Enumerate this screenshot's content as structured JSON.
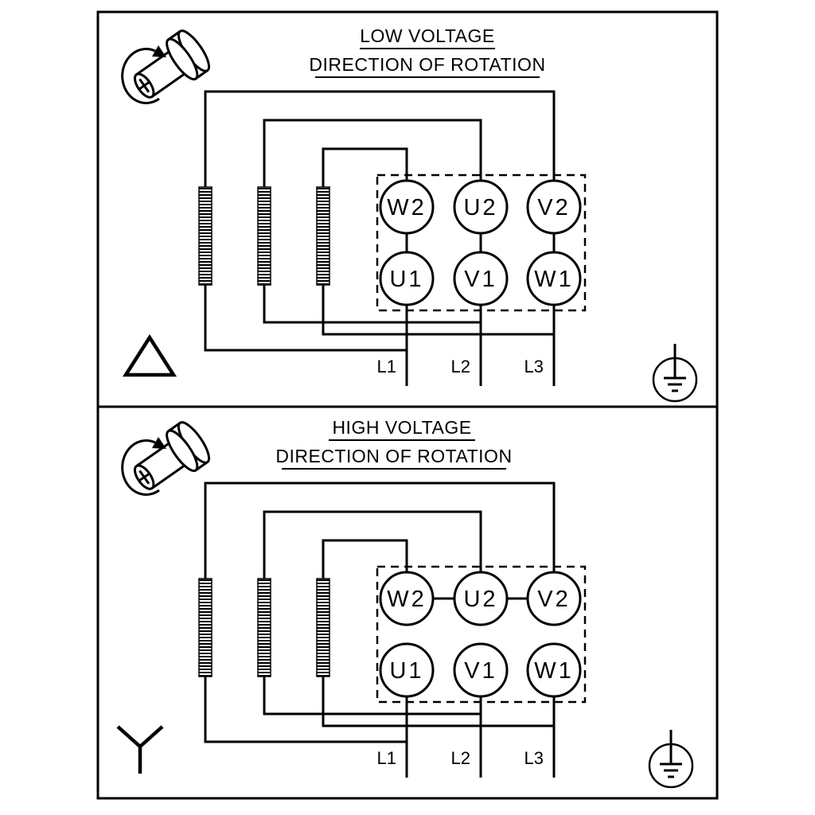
{
  "colors": {
    "line": "#000000",
    "background": "#ffffff"
  },
  "panels": {
    "low": {
      "title": "LOW VOLTAGE",
      "subtitle": "DIRECTION OF ROTATION",
      "winding_connection": "delta",
      "connection_symbol": "triangle",
      "terminals": {
        "top": [
          "W2",
          "U2",
          "V2"
        ],
        "bottom": [
          "U1",
          "V1",
          "W1"
        ]
      },
      "terminal_links": [
        "W2-U1",
        "U2-V1",
        "V2-W1"
      ],
      "leads": [
        "L1",
        "L2",
        "L3"
      ],
      "icons": [
        "rotation-direction-shaft-icon",
        "earth-ground-icon"
      ]
    },
    "high": {
      "title": "HIGH VOLTAGE",
      "subtitle": "DIRECTION OF ROTATION",
      "winding_connection": "star",
      "connection_symbol": "wye",
      "terminals": {
        "top": [
          "W2",
          "U2",
          "V2"
        ],
        "bottom": [
          "U1",
          "V1",
          "W1"
        ]
      },
      "terminal_links": [
        "W2-U2",
        "U2-V2"
      ],
      "leads": [
        "L1",
        "L2",
        "L3"
      ],
      "icons": [
        "rotation-direction-shaft-icon",
        "earth-ground-icon"
      ]
    }
  }
}
